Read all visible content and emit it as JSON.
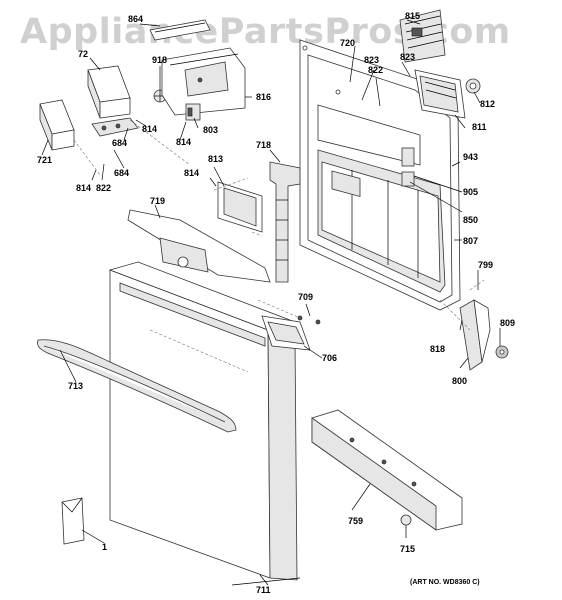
{
  "watermark": "AppliancePartsPros.com",
  "art_number": "(ART NO. WD8360 C)",
  "callouts": [
    "864",
    "815",
    "72",
    "720",
    "918",
    "823",
    "823",
    "822",
    "812",
    "816",
    "811",
    "721",
    "814",
    "684",
    "803",
    "814",
    "684",
    "814",
    "822",
    "813",
    "718",
    "943",
    "905",
    "814",
    "850",
    "719",
    "807",
    "799",
    "709",
    "809",
    "818",
    "713",
    "706",
    "800",
    "759",
    "1",
    "715",
    "711"
  ]
}
